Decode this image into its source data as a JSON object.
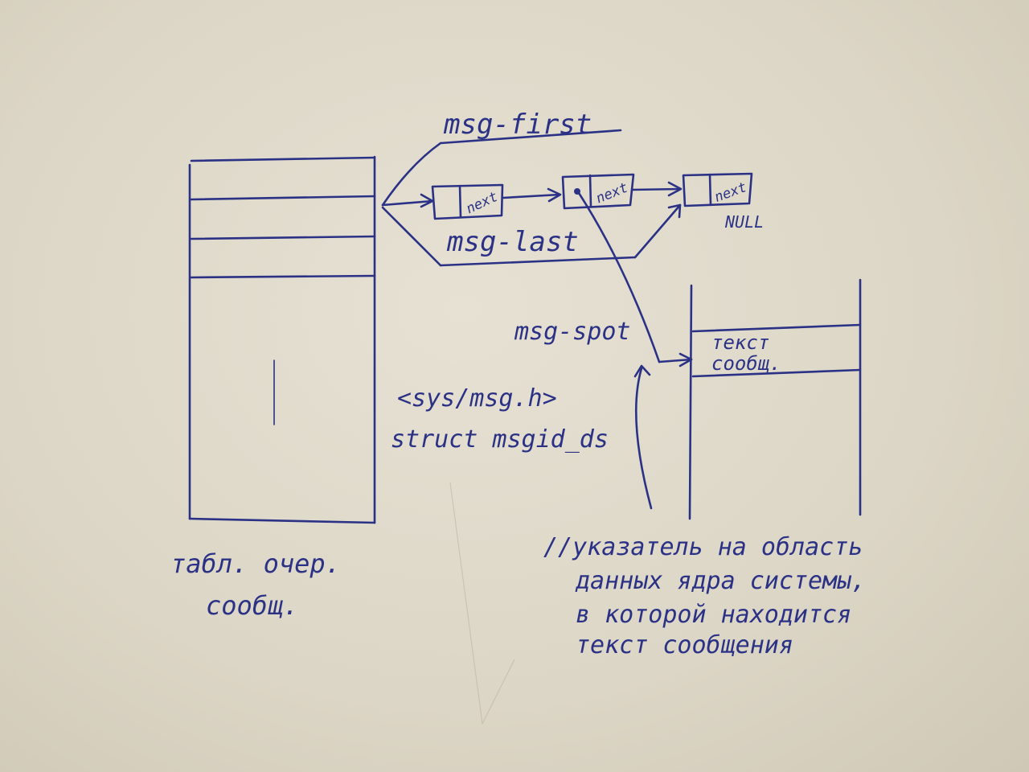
{
  "labels": {
    "msg_first": "msg-first",
    "msg_last": "msg-last",
    "msg_spot": "msg-spot",
    "null": "NULL",
    "next": "next",
    "header": "<sys/msg.h>",
    "struct": "struct msgid_ds",
    "table_line1": "табл. очер.",
    "table_line2": "сообщ.",
    "body_line1": "текст",
    "body_line2": "сообщ."
  },
  "comment": {
    "line1": "//указатель на область",
    "line2": "данных ядра системы,",
    "line3": "в которой находится",
    "line4": "текст сообщения"
  },
  "colors": {
    "ink": "#2b3286",
    "paper": "#ded9ca"
  }
}
